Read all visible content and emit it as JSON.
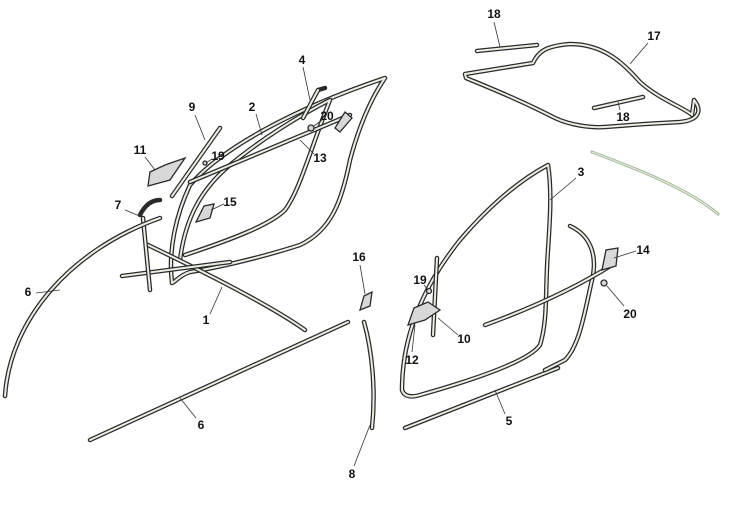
{
  "diagram": {
    "type": "exploded parts diagram - door and trunk weatherstrips",
    "callouts": [
      "18",
      "17",
      "18",
      "4",
      "9",
      "2",
      "20",
      "11",
      "19",
      "13",
      "3",
      "7",
      "15",
      "14",
      "16",
      "19",
      "6",
      "1",
      "20",
      "10",
      "12",
      "6",
      "5",
      "8"
    ]
  }
}
